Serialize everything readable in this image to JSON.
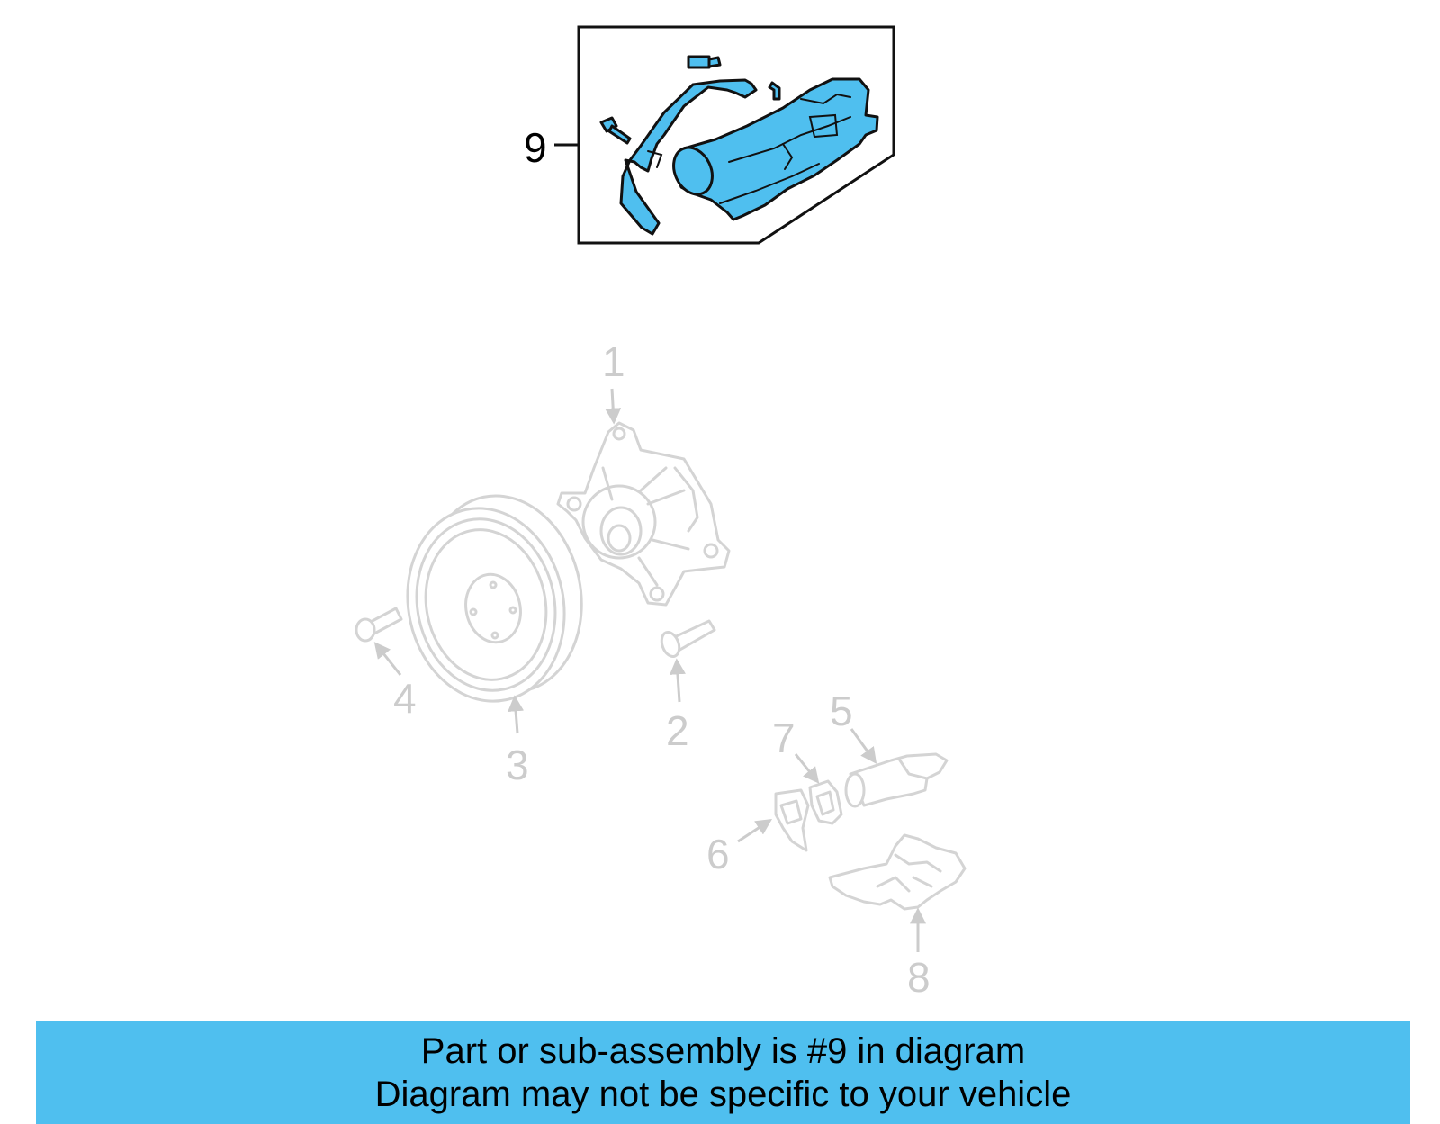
{
  "diagram": {
    "callouts": [
      {
        "number": "1",
        "active": false
      },
      {
        "number": "2",
        "active": false
      },
      {
        "number": "3",
        "active": false
      },
      {
        "number": "4",
        "active": false
      },
      {
        "number": "5",
        "active": false
      },
      {
        "number": "6",
        "active": false
      },
      {
        "number": "7",
        "active": false
      },
      {
        "number": "8",
        "active": false
      },
      {
        "number": "9",
        "active": true
      }
    ],
    "highlight_color": "#4fbfef",
    "inactive_color": "#cccccc"
  },
  "banner": {
    "line1": "Part or sub-assembly is #9 in diagram",
    "line2": "Diagram may not be specific to your vehicle",
    "background_color": "#4fbfef"
  }
}
